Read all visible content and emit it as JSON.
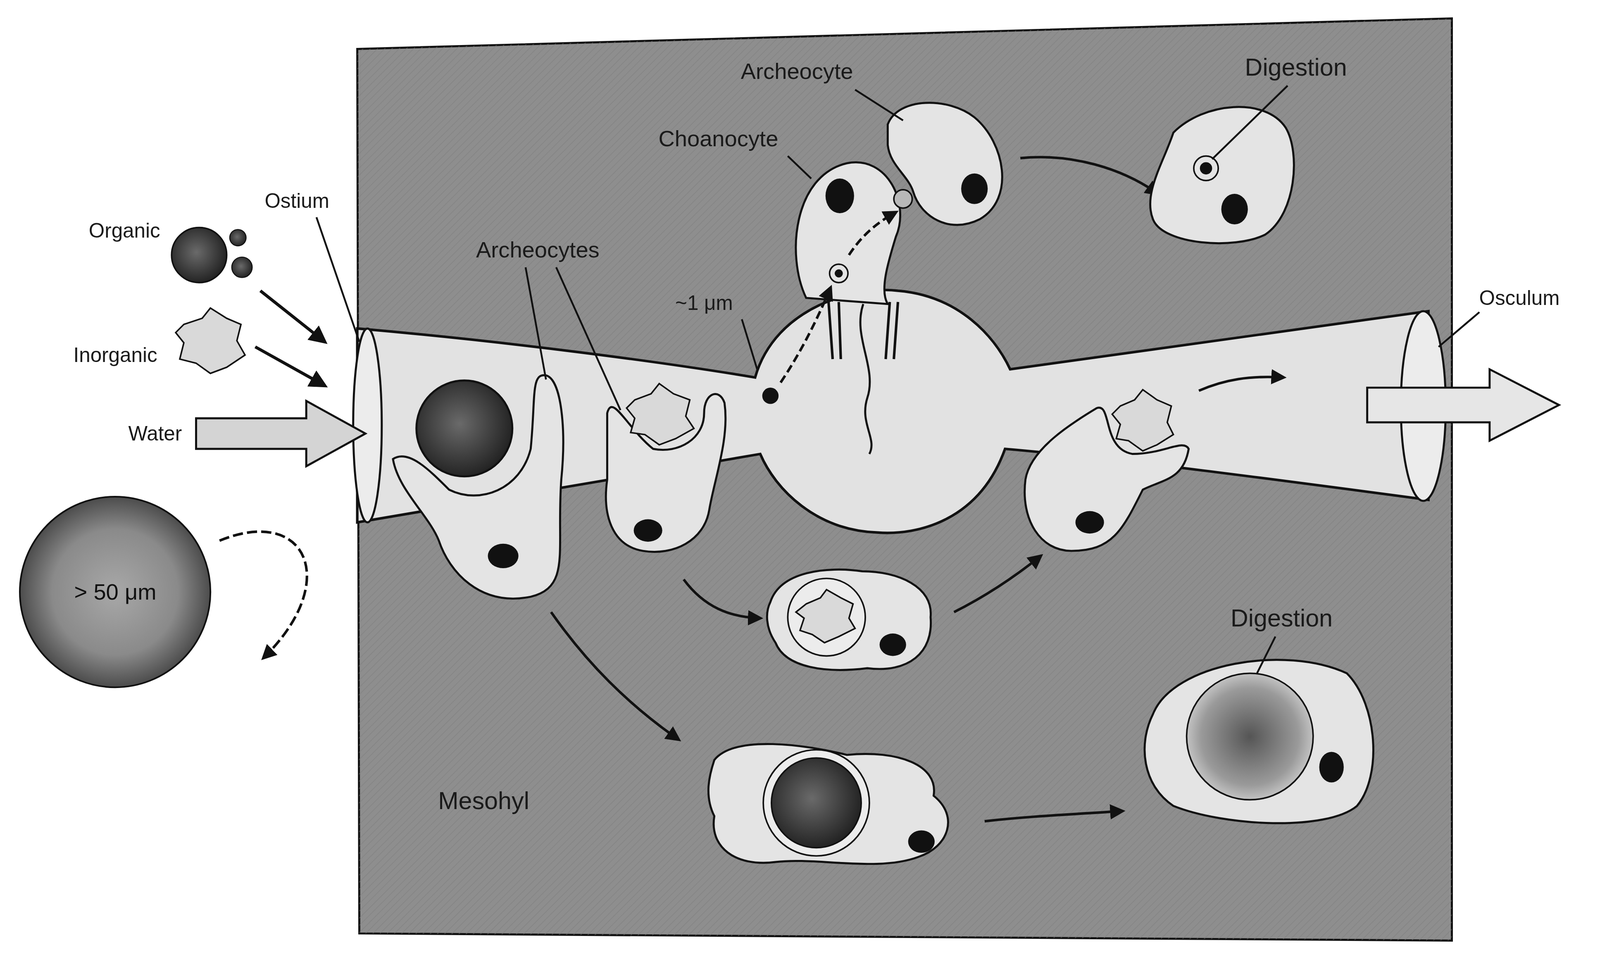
{
  "diagram": {
    "nodes": [
      {
        "text": [
          "> 50 μm"
        ]
      }
    ],
    "labels": [
      "Organic",
      "Ostium",
      "Inorganic",
      "Water",
      "Archeocytes",
      "~1 μm",
      "Choanocyte",
      "Archeocyte",
      "Digestion",
      "Osculum",
      "Digestion",
      "Mesohyl"
    ]
  }
}
